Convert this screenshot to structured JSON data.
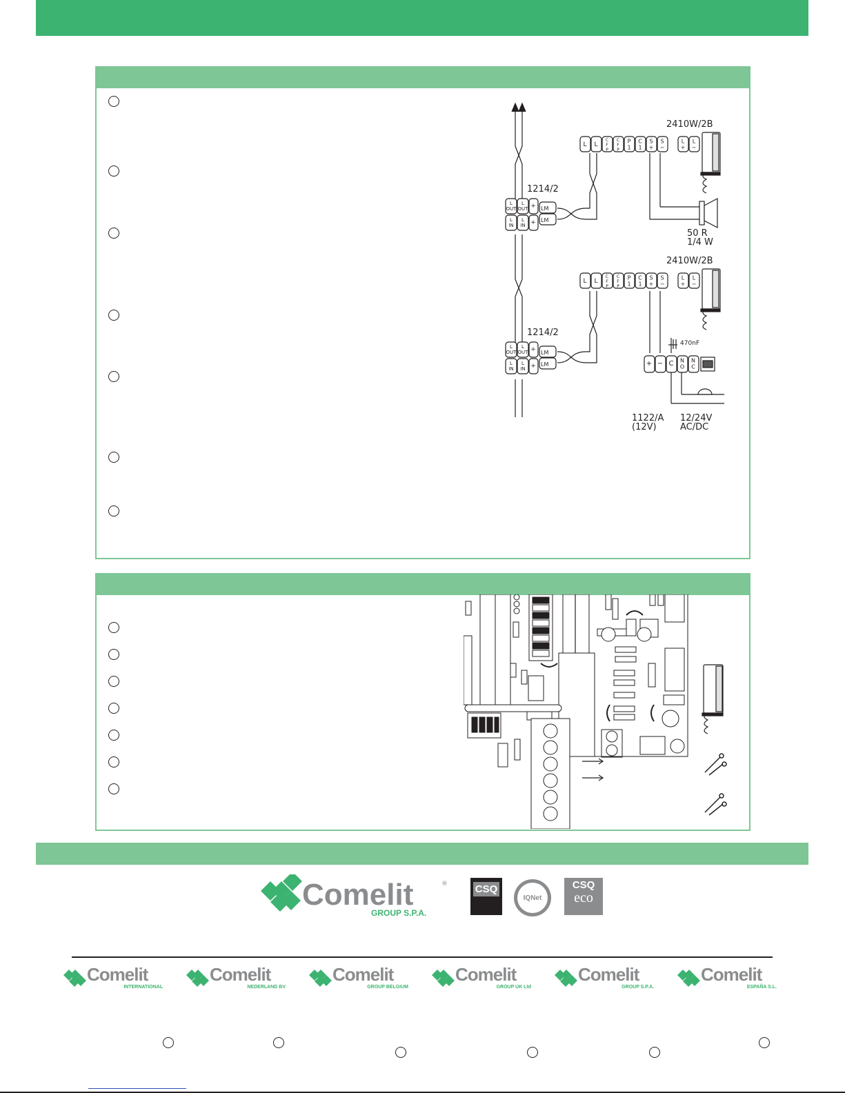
{
  "diagram": {
    "phone_top": "2410W/2B",
    "phone_bottom": "2410W/2B",
    "module_top": "1214/2",
    "module_bottom": "1214/2",
    "terms_phone": [
      "L",
      "L",
      "C\nF\nP",
      "C\nF\nP",
      "P\n1",
      "C\n1",
      "S\n+",
      "S\n−",
      "L\n+",
      "L\n−"
    ],
    "terms_module": [
      "L\nOUT",
      "L\nOUT",
      "+",
      "L\nIN",
      "L\nIN",
      "+"
    ],
    "lm": "LM",
    "resistor_value": "50 R",
    "resistor_power": "1/4 W",
    "capacitor": "470nF",
    "relay_terms": [
      "+",
      "−",
      "C",
      "N\nO",
      "N\nC"
    ],
    "relay_model": "1122/A",
    "relay_voltage": "(12V)",
    "supply": "12/24V",
    "supply_type": "AC/DC"
  },
  "brand": {
    "name": "Comelit",
    "group": "GROUP S.P.A.",
    "cert1": "CSQ",
    "cert2": "IQNet",
    "cert3": "CSQ",
    "cert3_sub": "eco",
    "subsidiaries": [
      {
        "name": "Comelit",
        "sub": "INTERNATIONAL"
      },
      {
        "name": "Comelit",
        "sub": "NEDERLAND BV"
      },
      {
        "name": "Comelit",
        "sub": "GROUP BELGIUM"
      },
      {
        "name": "Comelit",
        "sub": "GROUP UK Ltd"
      },
      {
        "name": "Comelit",
        "sub": "GROUP S.P.A."
      },
      {
        "name": "Comelit",
        "sub": "ESPAÑA S.L."
      }
    ]
  },
  "colors": {
    "brand_green": "#3db371",
    "light_green": "#7ec695",
    "logo_grey": "#8a8c8e"
  }
}
